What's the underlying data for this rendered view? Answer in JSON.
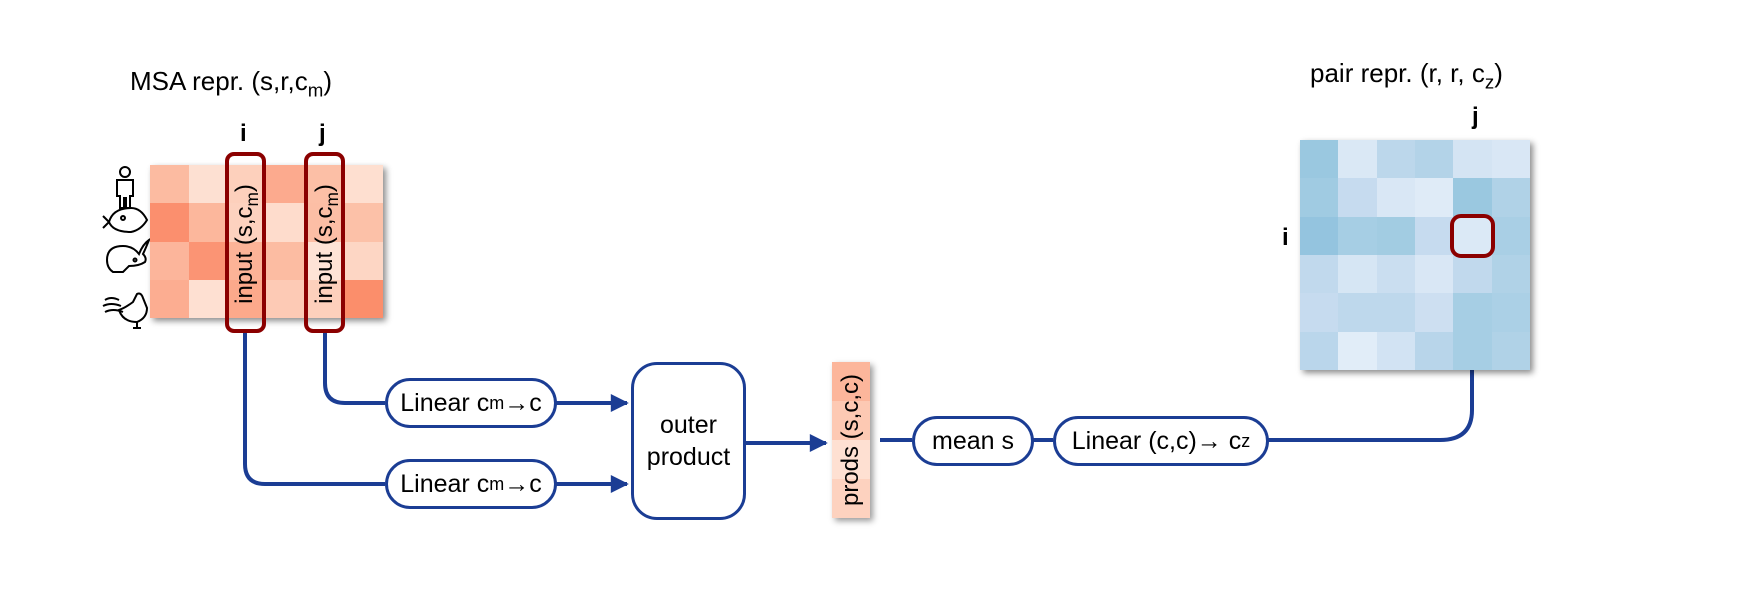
{
  "msa": {
    "title_main": "MSA repr. (s,r,c",
    "title_sub": "m",
    "title_end": ")",
    "col_i_label": "i",
    "col_j_label": "j",
    "species_icons": [
      "person-icon",
      "fish-icon",
      "rabbit-icon",
      "rooster-icon"
    ],
    "input_label_main": "input (s,c",
    "input_label_sub": "m",
    "input_label_end": ")",
    "rows": 4,
    "cols": 6,
    "cell_colors": [
      [
        "#fcbba1",
        "#fde0d2",
        "#fdd0bc",
        "#fcaa8e",
        "#fcbfa6",
        "#fedfd0"
      ],
      [
        "#fb8f6e",
        "#fcb79c",
        "#fdd2bf",
        "#fedccc",
        "#fcbea5",
        "#fcc1a8"
      ],
      [
        "#fcb59b",
        "#fb9474",
        "#fcb397",
        "#fcbca2",
        "#fee3d6",
        "#fdd6c4"
      ],
      [
        "#fcad91",
        "#fee0d2",
        "#fca98b",
        "#fdcab5",
        "#fdd0bc",
        "#fb8e6b"
      ]
    ],
    "highlight_cols": [
      2,
      4
    ]
  },
  "linear_1": {
    "label_main": "Linear c",
    "label_sub": "m",
    "label_end": "→c"
  },
  "linear_2": {
    "label_main": "Linear c",
    "label_sub": "m",
    "label_end": "→c"
  },
  "outer_product": {
    "line1": "outer",
    "line2": "product"
  },
  "prods": {
    "label": "prods (s,c,c)",
    "cell_colors": [
      "#fcb69b",
      "#fdc9b3",
      "#fee0d2",
      "#fdd2bf"
    ]
  },
  "mean_s": {
    "label": "mean s"
  },
  "linear_cz": {
    "label_main": "Linear (c,c)→ c",
    "label_sub": "z"
  },
  "pair": {
    "title_main": "pair repr. (r, r, c",
    "title_sub": "z",
    "title_end": ")",
    "row_i_label": "i",
    "col_j_label": "j",
    "rows": 6,
    "cols": 6,
    "cell_colors": [
      [
        "#9ac8e0",
        "#dae8f5",
        "#bcd7eb",
        "#b3d3e8",
        "#d4e4f3",
        "#d9e7f5"
      ],
      [
        "#a0cbe2",
        "#c6dbef",
        "#d9e7f5",
        "#dfebf7",
        "#9ac8e0",
        "#b0d2e7"
      ],
      [
        "#94c4df",
        "#a6cee4",
        "#a2cce2",
        "#c6dbef",
        "#dbe9f6",
        "#a9cfe5"
      ],
      [
        "#c1d9ed",
        "#d6e6f4",
        "#cadef0",
        "#d9e7f5",
        "#c1d9ed",
        "#b0d2e7"
      ],
      [
        "#c6dbef",
        "#bed8ec",
        "#bed8ec",
        "#cddff1",
        "#a6cee4",
        "#abd0e6"
      ],
      [
        "#bad6eb",
        "#e1edf8",
        "#d2e3f3",
        "#b8d5ea",
        "#a6cee4",
        "#b0d2e7"
      ]
    ],
    "highlight_cell": {
      "row": 2,
      "col": 4
    }
  },
  "colors": {
    "flow": "#1b3d94",
    "highlight": "#8b0000"
  }
}
